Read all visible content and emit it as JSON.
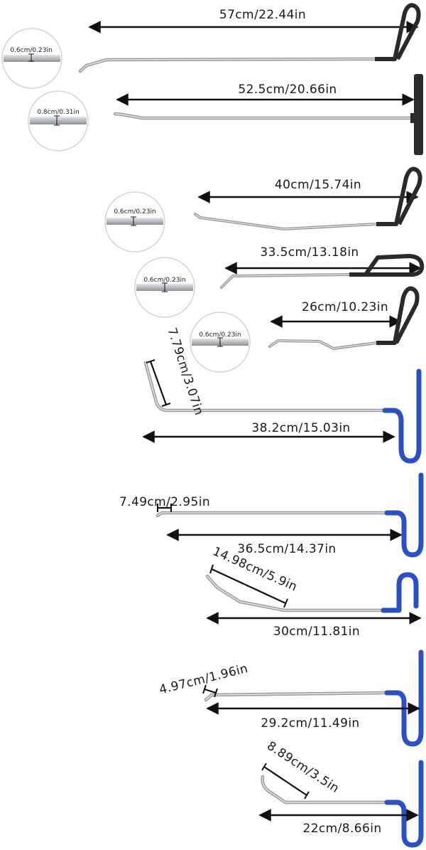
{
  "colors": {
    "handle_black": "#2a2a2a",
    "handle_blue": "#2b4fc4",
    "rod": "#c7c9cc",
    "rod_edge": "#8a8d91",
    "arrow": "#111111",
    "circle_ring": "#d4d4d4"
  },
  "tools": [
    {
      "id": "tool-1",
      "length_label": "57cm/22.44in",
      "thickness_label": "0.6cm/0.23in",
      "handle": "black-loop-handle"
    },
    {
      "id": "tool-2",
      "length_label": "52.5cm/20.66in",
      "thickness_label": "0.8cm/0.31in",
      "handle": "black-t-handle"
    },
    {
      "id": "tool-3",
      "length_label": "40cm/15.74in",
      "thickness_label": "0.6cm/0.23in",
      "handle": "black-loop-handle"
    },
    {
      "id": "tool-4",
      "length_label": "33.5cm/13.18in",
      "thickness_label": "0.6cm/0.23in",
      "handle": "black-flat-loop-handle"
    },
    {
      "id": "tool-5",
      "length_label": "26cm/10.23in",
      "thickness_label": "0.6cm/0.23in",
      "handle": "black-loop-handle"
    },
    {
      "id": "tool-6",
      "length_label": "38.2cm/15.03in",
      "tip_label": "7.79cm/3.07in",
      "handle": "blue-j-handle"
    },
    {
      "id": "tool-7",
      "length_label": "36.5cm/14.37in",
      "tip_label": "7.49cm/2.95in",
      "handle": "blue-j-handle"
    },
    {
      "id": "tool-8",
      "length_label": "30cm/11.81in",
      "tip_label": "14.98cm/5.9in",
      "handle": "blue-j-handle"
    },
    {
      "id": "tool-9",
      "length_label": "29.2cm/11.49in",
      "tip_label": "4.97cm/1.96in",
      "handle": "blue-j-handle"
    },
    {
      "id": "tool-10",
      "length_label": "22cm/8.66in",
      "tip_label": "8.89cm/3.5in",
      "handle": "blue-j-handle"
    }
  ]
}
